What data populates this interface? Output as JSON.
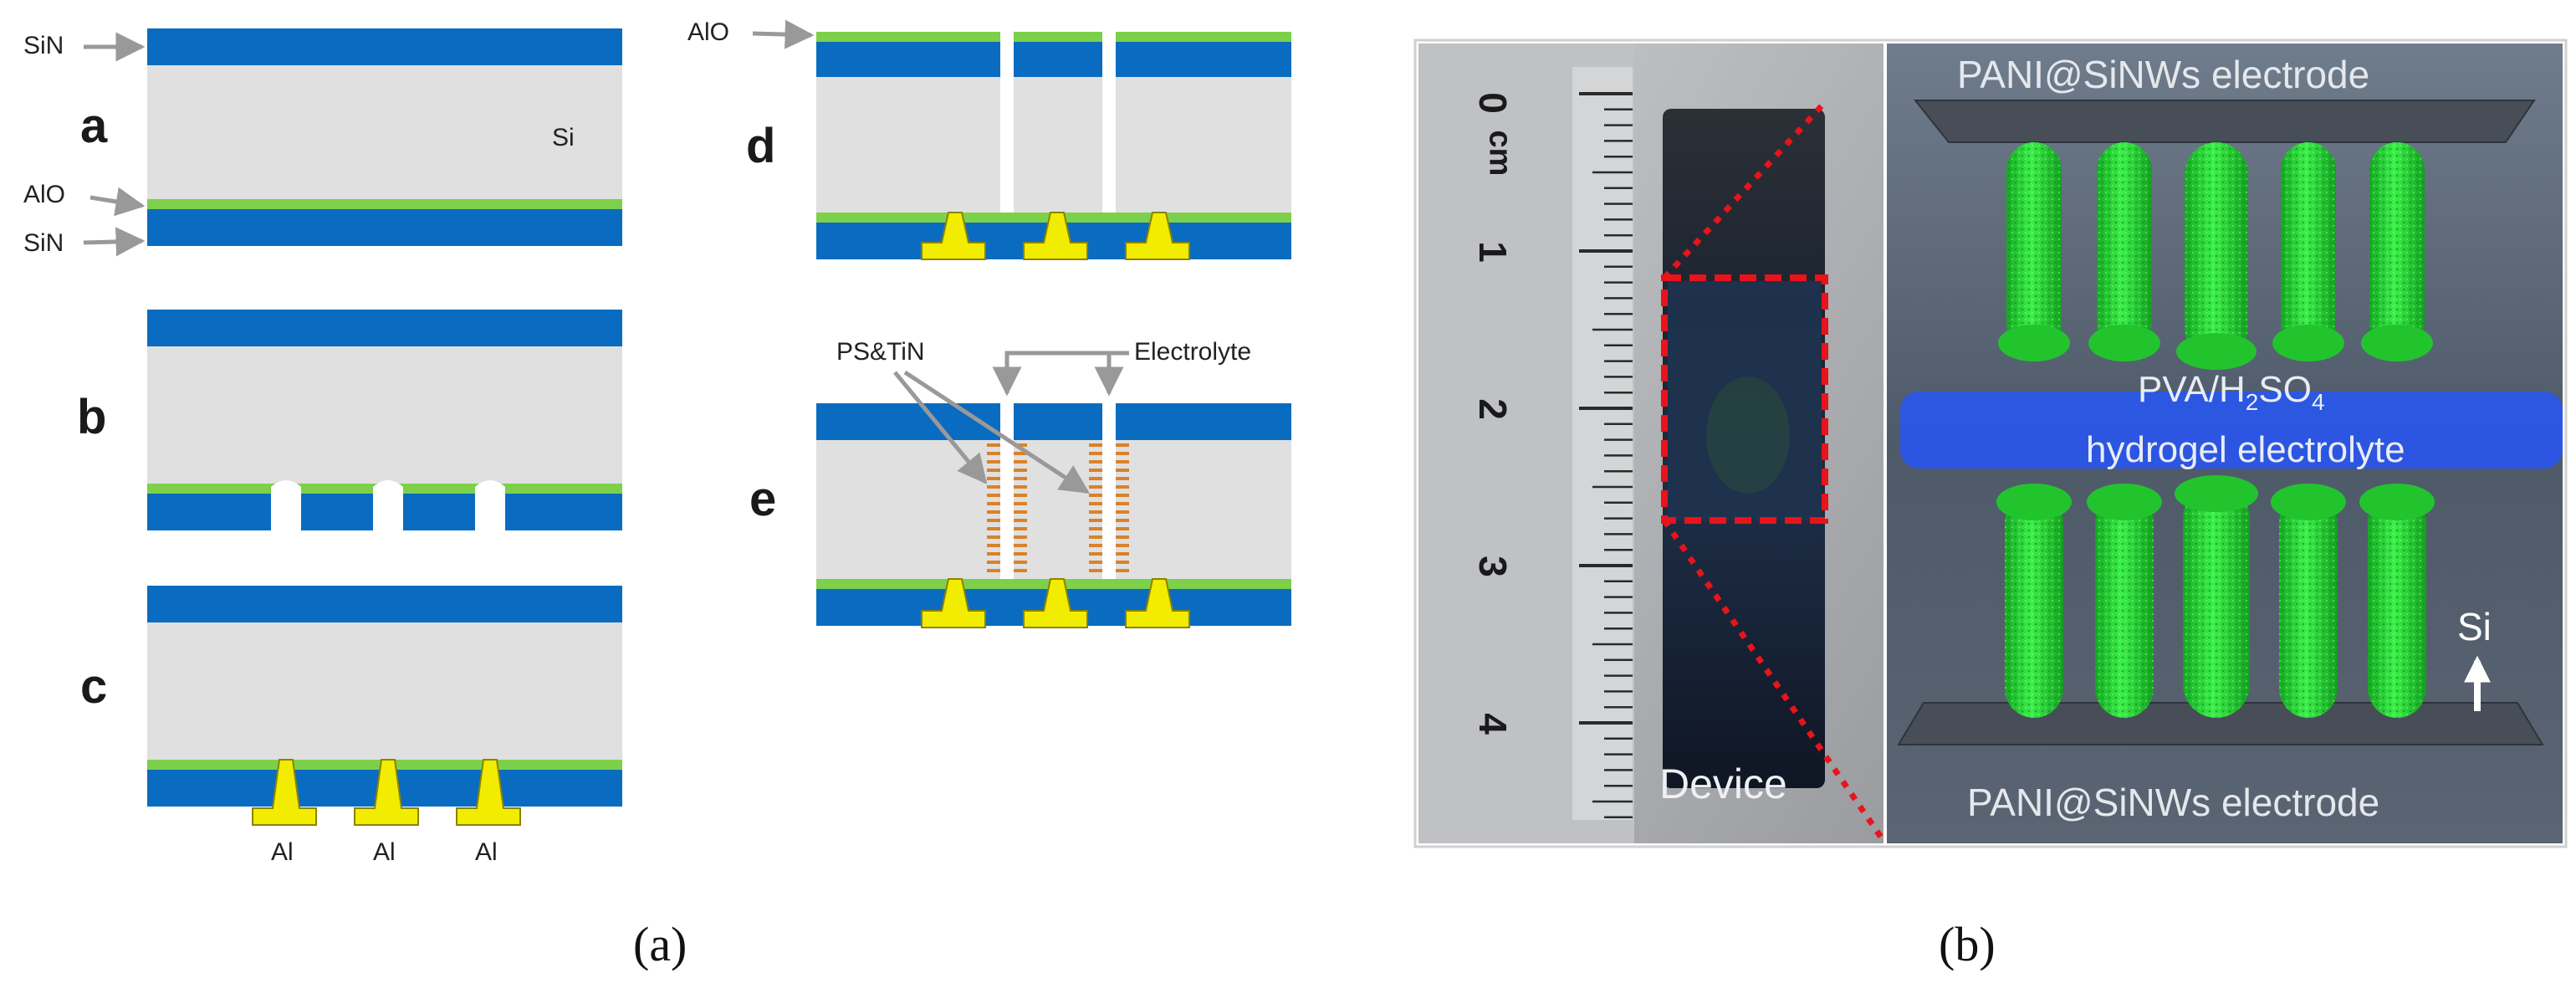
{
  "panel_a": {
    "step_labels": [
      "a",
      "b",
      "c",
      "d",
      "e"
    ],
    "layer_labels": {
      "sin_top": "SiN",
      "si": "Si",
      "alo_left": "AlO",
      "sin_bottom": "SiN",
      "alo_right": "AlO"
    },
    "al_labels": [
      "Al",
      "Al",
      "Al"
    ],
    "ps_tin": "PS&TiN",
    "electrolyte": "Electrolyte",
    "caption": "(a)"
  },
  "panel_b": {
    "scale_marks": [
      "0",
      "1",
      "2",
      "3",
      "4"
    ],
    "unit": "cm",
    "device": "Device",
    "electrode_top": "PANI@SiNWs electrode",
    "electrolyte_line1": "PVA/H",
    "electrolyte_sub1": "2",
    "electrolyte_mid": "SO",
    "electrolyte_sub2": "4",
    "electrolyte_line2": "hydrogel electrolyte",
    "si_label": "Si",
    "electrode_bottom": "PANI@SiNWs electrode",
    "caption": "(b)"
  },
  "colors": {
    "sin": "#0a6cc0",
    "si": "#e0e0e0",
    "alo": "#7dd04a",
    "al": "#f2ec00",
    "ps_tin": "#d9822b",
    "arrow": "#999999",
    "nanowire": "#2edc38",
    "gel": "#2a56e8",
    "dash": "#e8131b"
  }
}
